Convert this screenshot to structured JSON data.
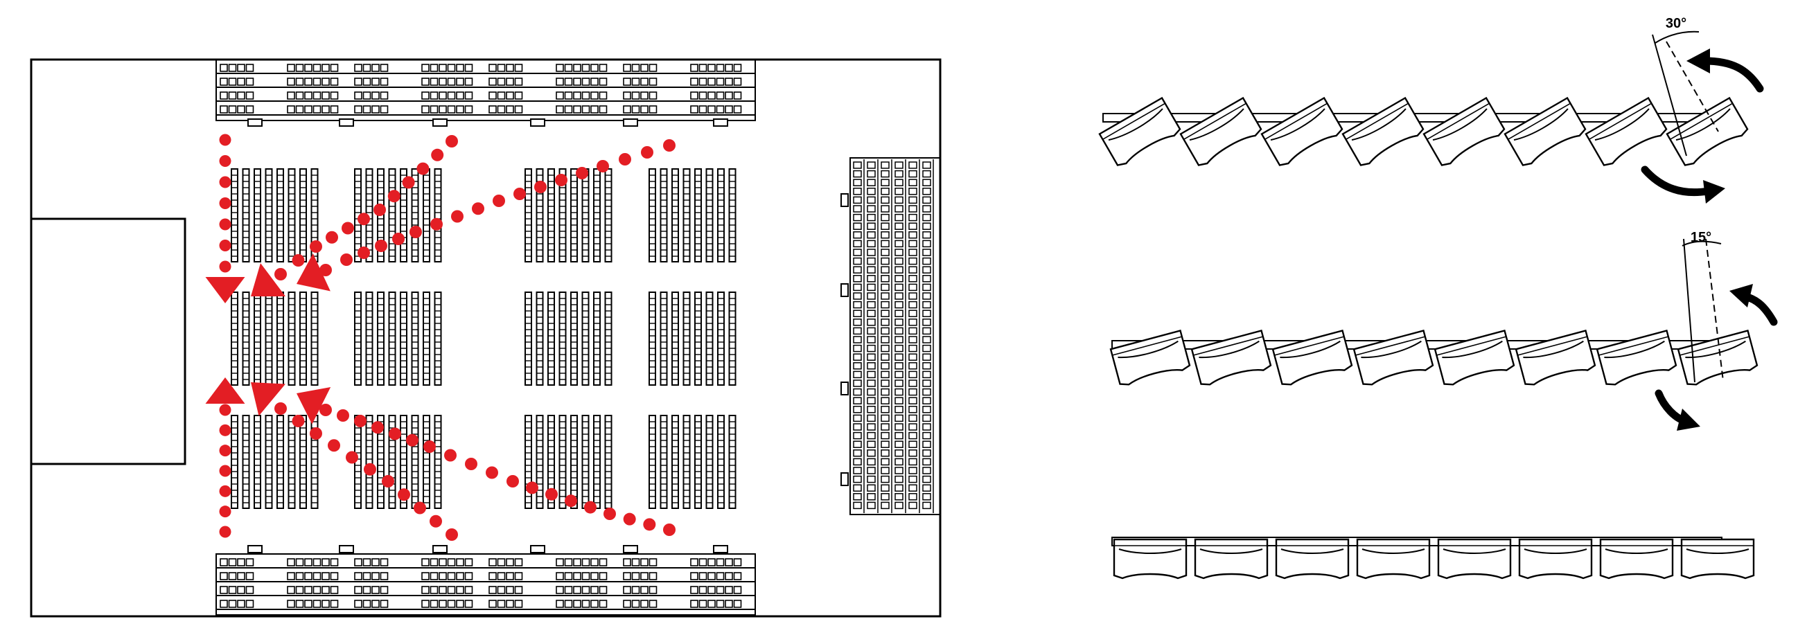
{
  "colors": {
    "ink": "#000000",
    "evacuation_route": "#e31e24",
    "background": "#ffffff"
  },
  "plan": {
    "top_bleacher": {
      "rows": 4,
      "bays": 8
    },
    "bottom_bleacher": {
      "rows": 4,
      "bays": 8
    },
    "side_bleacher": {
      "columns": 6,
      "segments": 4
    },
    "seat_blocks": {
      "grid_columns": 4,
      "grid_rows": 3,
      "rows_per_block": 8
    },
    "route_paths": 6
  },
  "seat_rows": [
    {
      "id": "row-rotated-30",
      "angle_label": "30°",
      "seats": 8
    },
    {
      "id": "row-rotated-15",
      "angle_label": "15°",
      "seats": 8
    },
    {
      "id": "row-straight",
      "angle_label": "",
      "seats": 8
    }
  ]
}
